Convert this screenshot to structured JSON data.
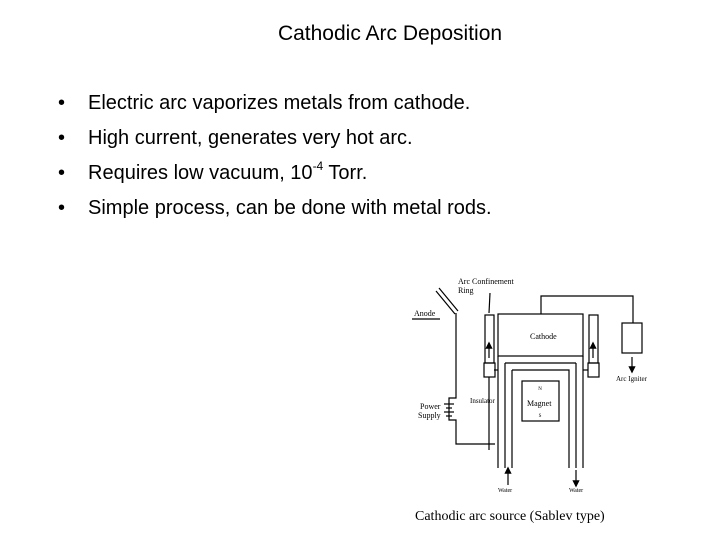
{
  "slide": {
    "title": "Cathodic Arc Deposition",
    "bullets": [
      {
        "text": "Electric arc vaporizes metals from cathode."
      },
      {
        "text": "High current, generates very hot arc."
      },
      {
        "text_before": "Requires low vacuum, 10",
        "superscript": "-4",
        "text_after": " Torr."
      },
      {
        "text": "Simple process, can be done with metal rods."
      }
    ],
    "bullet_glyph": "•"
  },
  "diagram": {
    "labels": {
      "arc_confinement_ring_line1": "Arc Confinement",
      "arc_confinement_ring_line2": "Ring",
      "anode": "Anode",
      "cathode": "Cathode",
      "arc_igniter": "Arc Igniter",
      "insulator": "Insulator",
      "power_supply_line1": "Power",
      "power_supply_line2": "Supply",
      "magnet": "Magnet",
      "magnet_north": "N",
      "magnet_south": "S",
      "water_left": "Water",
      "water_right": "Water"
    },
    "caption": "Cathodic arc source (Sablev type)"
  }
}
